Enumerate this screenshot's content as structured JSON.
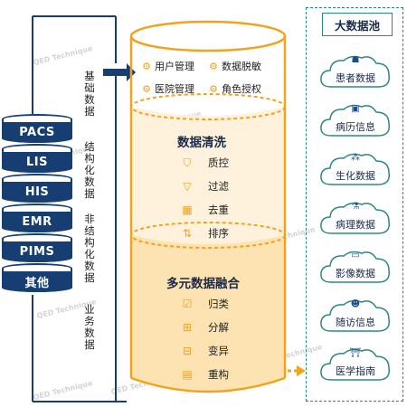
{
  "databases": [
    "PACS",
    "LIS",
    "HIS",
    "EMR",
    "PIMS",
    "其他"
  ],
  "data_types": {
    "basic": "基础数据",
    "structured": "结构化数据",
    "unstructured": "非结构化数据",
    "business": "业务数据"
  },
  "management": {
    "user_mgmt": "用户管理",
    "data_masking": "数据脱敏",
    "hospital_mgmt": "医院管理",
    "role_auth": "角色授权"
  },
  "cleaning": {
    "title": "数据清洗",
    "steps": [
      "质控",
      "过滤",
      "去重",
      "排序"
    ]
  },
  "fusion": {
    "title": "多元数据融合",
    "steps": [
      "归类",
      "分解",
      "变异",
      "重构"
    ]
  },
  "pool": {
    "title": "大数据池",
    "items": [
      "患者数据",
      "病历信息",
      "生化数据",
      "病理数据",
      "影像数据",
      "随访信息",
      "医学指南"
    ]
  },
  "watermark": "QED Technique",
  "colors": {
    "navy": "#173e73",
    "orange": "#f3a21c",
    "teal": "#2a8a80",
    "cylinder_fill": "#fde7bf"
  }
}
